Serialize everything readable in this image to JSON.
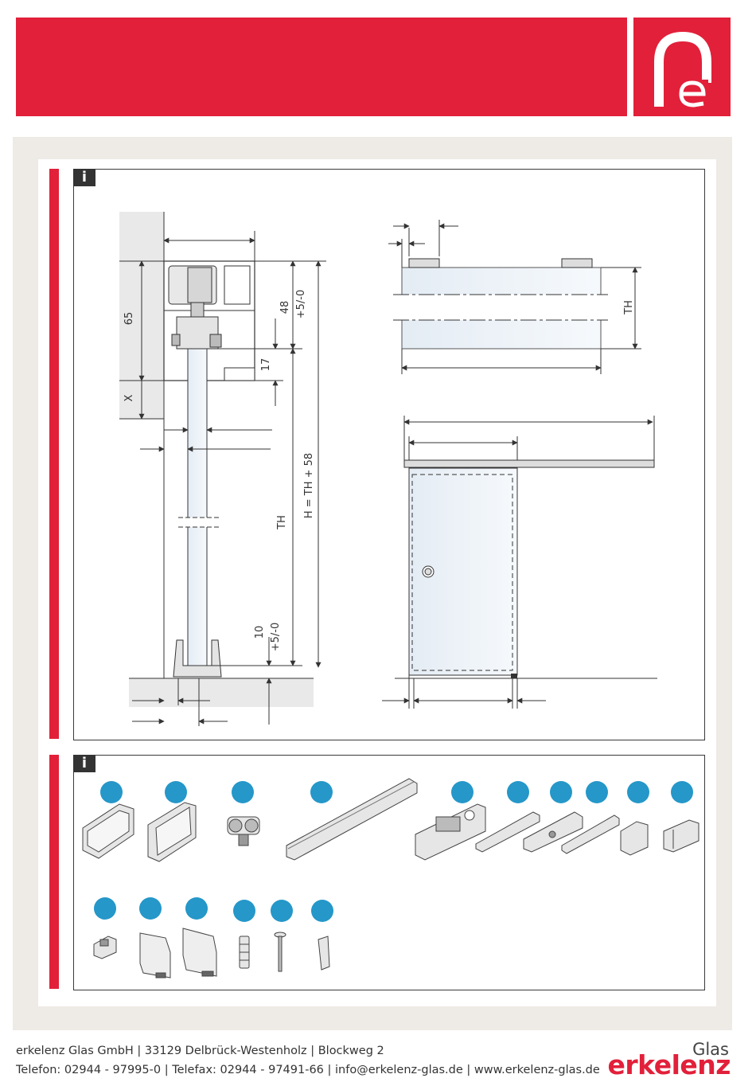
{
  "header": {
    "logo_letters": "ne"
  },
  "technical": {
    "info_badge": "i",
    "dims": {
      "d65": "65",
      "x": "X",
      "d48": "48",
      "d5_0a": "+5/-0",
      "d17": "17",
      "h_formula": "H = TH + 58",
      "th_left": "TH",
      "d10": "10",
      "d5_0b": "+5/-0",
      "th_right": "TH"
    }
  },
  "parts": {
    "info_badge": "i",
    "icons": [
      "rail-profile",
      "rail-profile-cover",
      "roller-carriage",
      "soft-close-damper",
      "glass-clamp",
      "glass-strip",
      "clamp-connector",
      "glass-strip",
      "floor-guide",
      "floor-guide-double",
      "end-stop",
      "wall-bracket",
      "wall-bracket-large",
      "wall-plug",
      "screw",
      "screw-bit"
    ],
    "accent": "#2597c9"
  },
  "footer": {
    "line1": "erkelenz Glas GmbH | 33129 Delbrück-Westenholz | Blockweg 2",
    "line2": "Telefon: 02944 - 97995-0 | Telefax: 02944 - 97491-66 | info@erkelenz-glas.de | www.erkelenz-glas.de",
    "brand_glas": "Glas",
    "brand_name": "erkelenz"
  },
  "colors": {
    "brand_red": "#e2203a",
    "panel": "#eeeae6",
    "dot": "#2597c9"
  }
}
